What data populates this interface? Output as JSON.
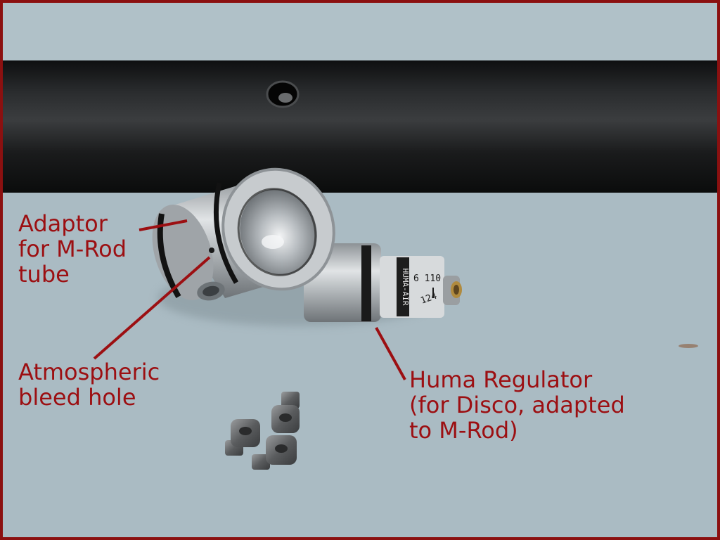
{
  "photo": {
    "subject": "Air regulator parts on light blue cloth",
    "colors": {
      "border": "#8b1010",
      "background": "#a9bac1",
      "label_text": "#9c0f12",
      "tube": "#1b1c1d",
      "metal": "#b9bdc0"
    }
  },
  "labels": {
    "adaptor": "Adaptor\nfor M-Rod\ntube",
    "bleed_hole": "Atmospheric\nbleed hole",
    "regulator": "Huma Regulator\n(for Disco, adapted\nto M-Rod)"
  },
  "gauge_text": {
    "numbers_top": "6  110",
    "numbers_bottom": "124",
    "brand": "HUMA-AIR"
  }
}
